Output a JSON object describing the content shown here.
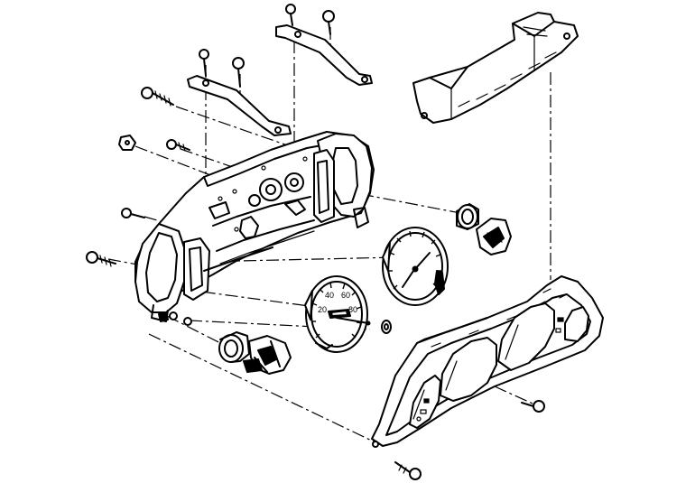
{
  "diagram": {
    "title": "",
    "components": [
      "upper-bracket-right",
      "upper-bracket-left",
      "trim-cover",
      "gauge-housing",
      "tachometer",
      "speedometer",
      "small-gauge-rear",
      "small-gauge-front",
      "front-bezel",
      "screws",
      "bolts"
    ]
  }
}
